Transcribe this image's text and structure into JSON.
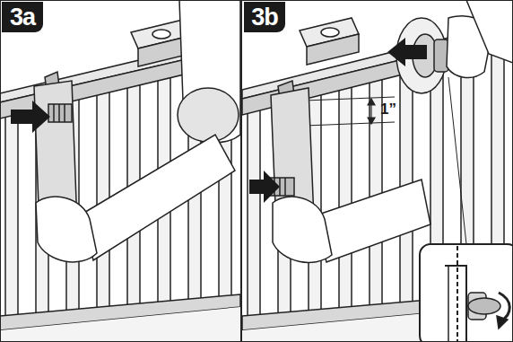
{
  "diagram": {
    "nodes": [
      {
        "text": [
          "3a"
        ]
      },
      {
        "text": [
          "3b"
        ]
      }
    ],
    "labels": [
      "1”"
    ]
  }
}
